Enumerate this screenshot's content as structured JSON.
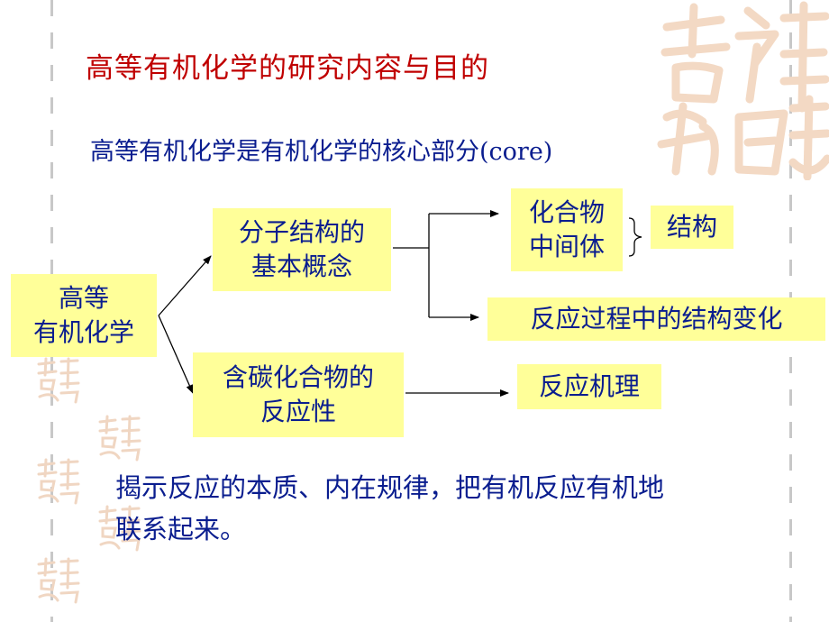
{
  "slide": {
    "title": "高等有机化学的研究内容与目的",
    "subtitle": "高等有机化学是有机化学的核心部分(core)",
    "body_text_line1": "揭示反应的本质、内在规律，把有机反应有机地",
    "body_text_line2": "联系起来。"
  },
  "diagram": {
    "root": {
      "line1": "高等",
      "line2": "有机化学"
    },
    "structure_concept": {
      "line1": "分子结构的",
      "line2": "基本概念"
    },
    "reactivity": {
      "line1": "含碳化合物的",
      "line2": "反应性"
    },
    "compounds": {
      "line1": "化合物",
      "line2": "中间体"
    },
    "structure_label": "结构",
    "structure_change": "反应过程中的结构变化",
    "mechanism": "反应机理"
  },
  "colors": {
    "title": "#c00000",
    "text": "#0a1d8f",
    "box_fill": "#ffff99",
    "watermark": "#f3d9c4"
  },
  "decorations": {
    "watermark": "吉祥如意 seal-watermark-icon"
  }
}
